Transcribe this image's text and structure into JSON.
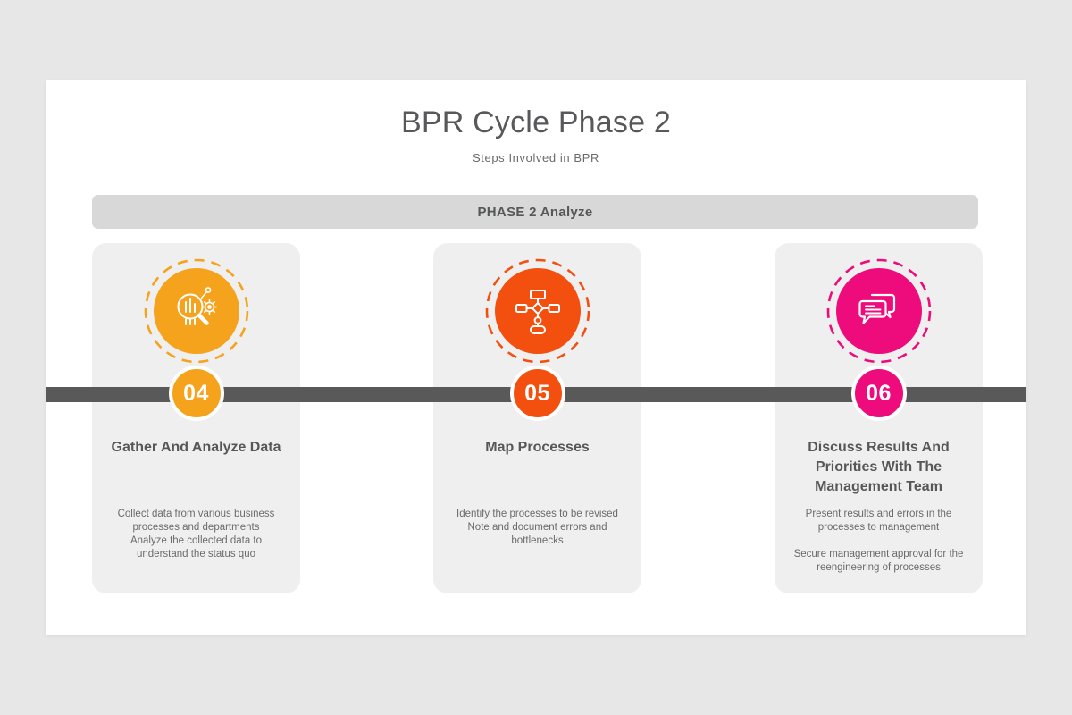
{
  "slide": {
    "title": "BPR Cycle Phase 2",
    "subtitle": "Steps Involved in BPR",
    "phase_banner": "PHASE 2 Analyze"
  },
  "colors": {
    "step_amber": "#f5a21d",
    "step_orange": "#f3500f",
    "step_pink": "#ee0b7b",
    "timeline_bar": "#595959",
    "card_background": "#f0efef",
    "banner_background": "#d8d8d8",
    "text_dark": "#565759",
    "text_muted": "#6b6b6b"
  },
  "steps": [
    {
      "number": "04",
      "title": "Gather And Analyze Data",
      "icon": "magnifier-bar-chart-gear",
      "color": "#f5a21d",
      "description": [
        "Collect data from various business processes and departments",
        "Analyze the collected data to understand the status quo"
      ]
    },
    {
      "number": "05",
      "title": "Map Processes",
      "icon": "flowchart",
      "color": "#f3500f",
      "description": [
        "Identify the processes to be revised",
        "Note and document errors and bottlenecks"
      ]
    },
    {
      "number": "06",
      "title": "Discuss Results And Priorities With The Management Team",
      "icon": "chat-bubbles",
      "color": "#ee0b7b",
      "description": [
        "Present results and errors in the processes to management",
        "Secure management approval for the reengineering of processes"
      ]
    }
  ]
}
